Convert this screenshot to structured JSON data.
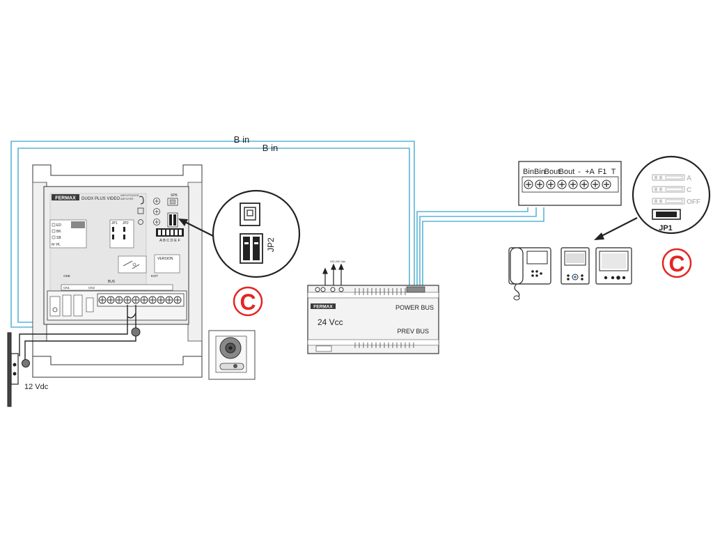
{
  "labels": {
    "b_in_outer": "B in",
    "b_in_inner": "B in",
    "supply_voltage": "12 Vdc",
    "callout_left": "C",
    "callout_right": "C",
    "jp2": "JP2",
    "jp1": "JP1"
  },
  "amplifier": {
    "brand": "FERMAX",
    "model": "DUOX PLUS VIDEO",
    "sub_es": "AMPLIFICADOR",
    "sub_en": "AMPLIFIER",
    "spk": "SPK",
    "jp1": "JP1",
    "jp2": "JP2",
    "dip_letters": "A B C D E F",
    "version": "VERSION",
    "bus": "BUS",
    "one_lbl": "ONE",
    "type_rows": [
      "ED",
      "BK",
      "SB"
    ],
    "nfpl": "Nº PL",
    "cn1": "CN1",
    "cn2": "CN2",
    "exit": "EXIT"
  },
  "power_supply": {
    "brand": "FERMAX",
    "voltage": "24 Vcc",
    "power_bus": "POWER BUS",
    "prev_bus": "PREV BUS",
    "mains": "100-240 Vac"
  },
  "terminal_block": {
    "labels": [
      "Bin",
      "Bin",
      "Bout",
      "Bout",
      "-",
      "+A",
      "F1",
      "T"
    ]
  },
  "jumper_legend": {
    "options": [
      "A",
      "C",
      "OFF"
    ],
    "label": "JP1"
  },
  "colors": {
    "bus_wire": "#5ab4d6",
    "callout_red": "#e32521",
    "line": "#222222"
  }
}
